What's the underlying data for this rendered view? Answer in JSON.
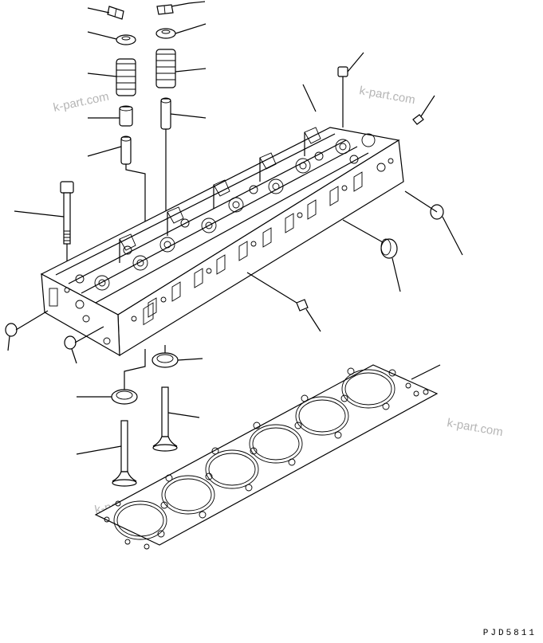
{
  "drawing": {
    "reference_code": "PJD5811",
    "watermarks": [
      "k-part.com",
      "k-part.com",
      "k-part.com",
      "k-part.com"
    ]
  }
}
